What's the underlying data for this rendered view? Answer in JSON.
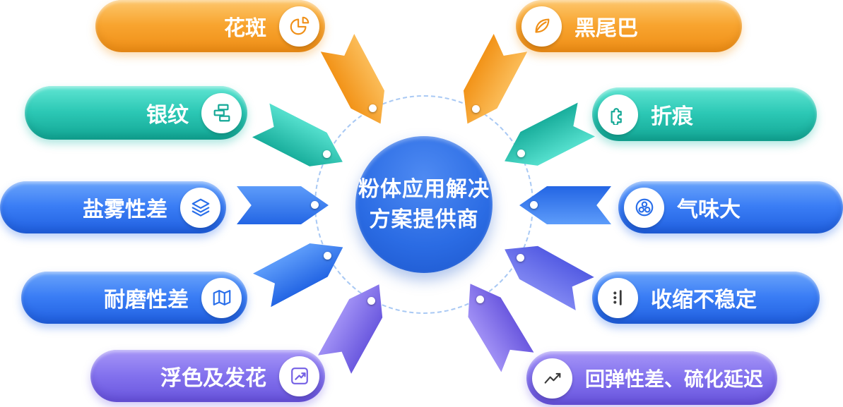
{
  "center": {
    "title_line1": "粉体应用解决",
    "title_line2": "方案提供商"
  },
  "nodes": [
    {
      "label": "花斑",
      "icon": "pie-chart-icon",
      "color": "#F59B25"
    },
    {
      "label": "黑尾巴",
      "icon": "leaf-icon",
      "color": "#F59B25"
    },
    {
      "label": "银纹",
      "icon": "bricks-icon",
      "color": "#22BFAC"
    },
    {
      "label": "折痕",
      "icon": "puzzle-icon",
      "color": "#22BFAC"
    },
    {
      "label": "盐雾性差",
      "icon": "layers-icon",
      "color": "#3377F2"
    },
    {
      "label": "气味大",
      "icon": "aroma-circles-icon",
      "color": "#3377F2"
    },
    {
      "label": "耐磨性差",
      "icon": "map-icon",
      "color": "#3377F2"
    },
    {
      "label": "收缩不稳定",
      "icon": "shrink-dots-icon",
      "color": "#3377F2"
    },
    {
      "label": "浮色及发花",
      "icon": "trend-box-icon",
      "color": "#7D6BEA"
    },
    {
      "label": "回弹性差、硫化延迟",
      "icon": "line-chart-icon",
      "color": "#7D6BEA"
    }
  ],
  "palette": {
    "orange": "#F59B25",
    "teal": "#22BFAC",
    "blue": "#3377F2",
    "purple": "#7D6BEA",
    "center_blue": "#2B6CE4"
  }
}
